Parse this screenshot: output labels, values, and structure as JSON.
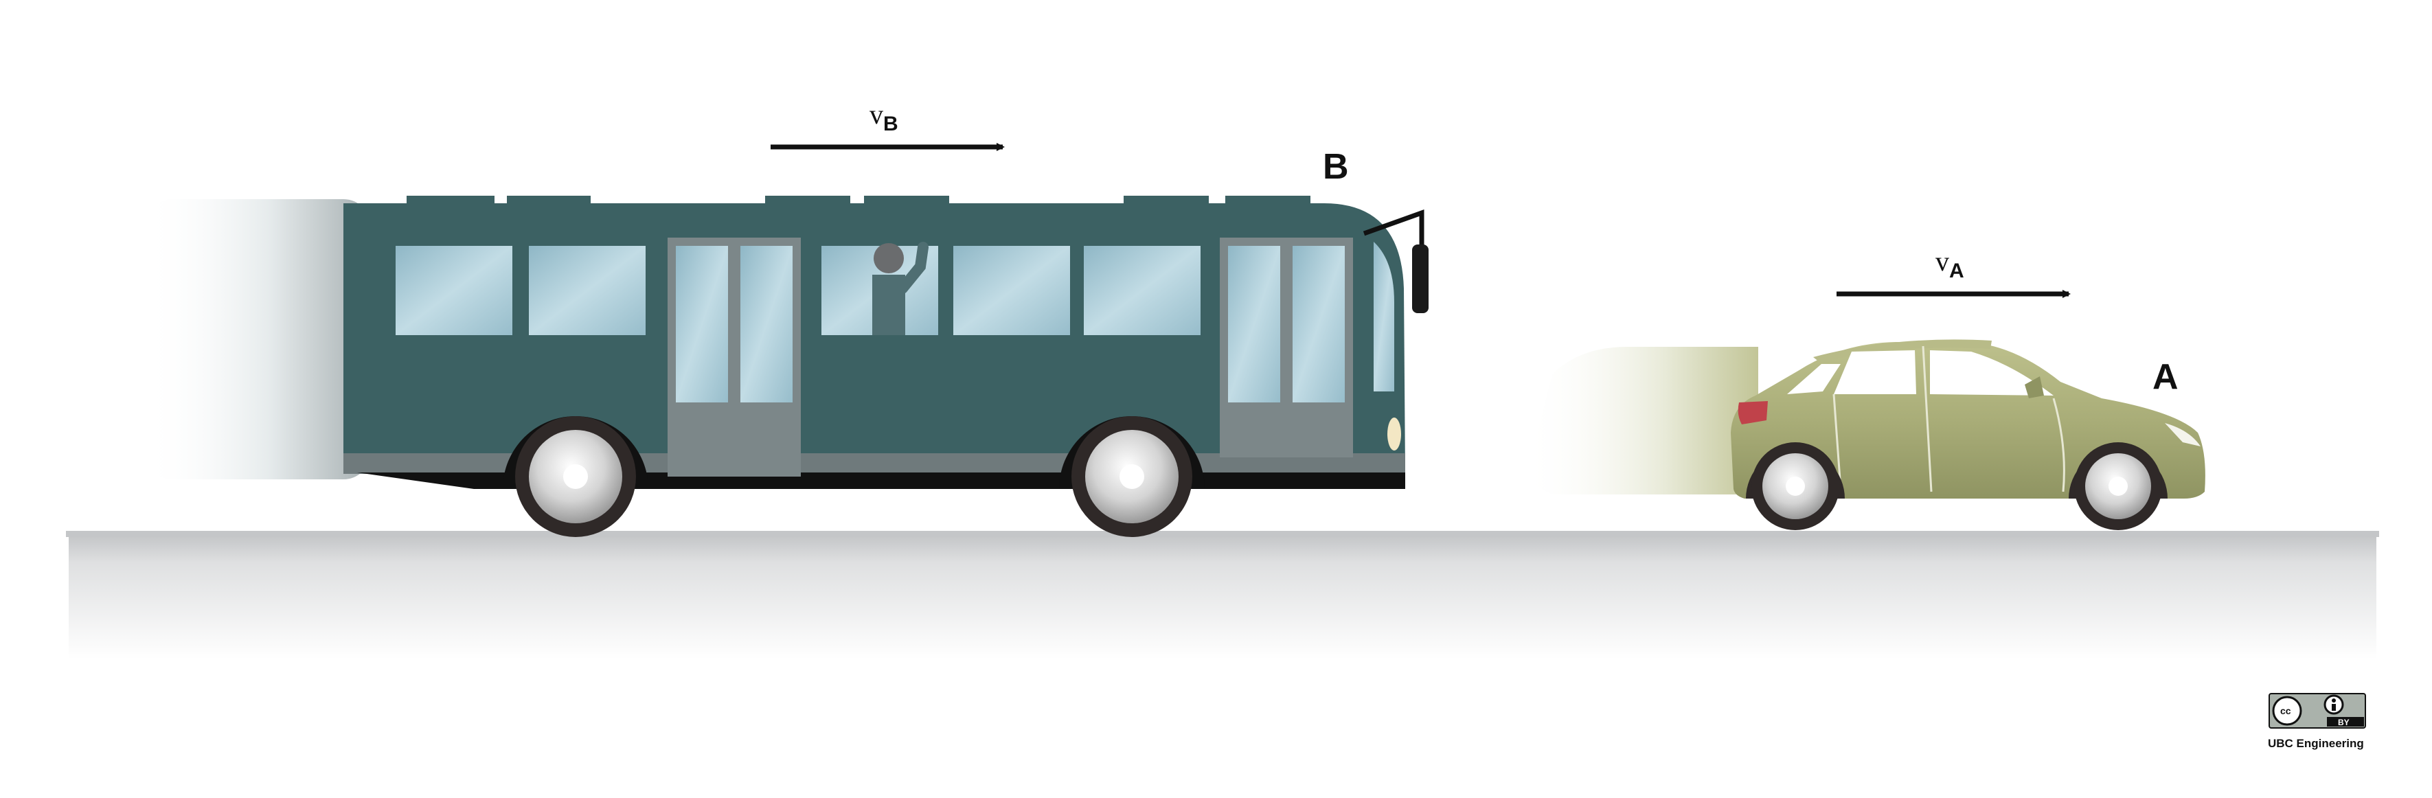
{
  "bus": {
    "label": "B",
    "velocity": {
      "symbol": "v",
      "subscript": "B"
    }
  },
  "car": {
    "label": "A",
    "velocity": {
      "symbol": "v",
      "subscript": "A"
    }
  },
  "license": {
    "cc_text": "cc",
    "by_text": "BY",
    "credit": "UBC Engineering"
  },
  "colors": {
    "bus_body": "#3c6163",
    "bus_dark": "#2f5052",
    "bus_window": "#a9ccd8",
    "car_body": "#a9ad78",
    "car_dark": "#8f9462",
    "road_edge": "#bfc1c3",
    "tire": "#2f2928",
    "hub": "#d8d8d8",
    "tail_light": "#c0424a",
    "headlight": "#f3e7c4"
  },
  "icons": [
    "creative-commons-icon",
    "attribution-icon",
    "passenger-icon",
    "arrow-right-icon"
  ]
}
